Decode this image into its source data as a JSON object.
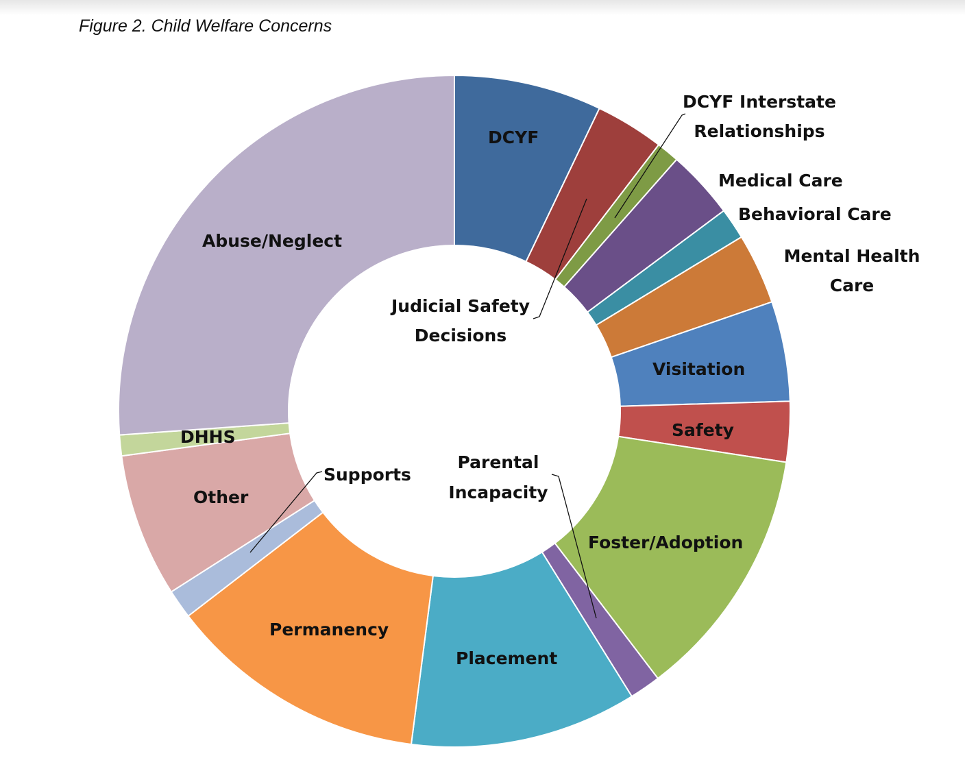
{
  "chart_data": {
    "type": "pie",
    "variant": "donut",
    "title": "Figure 2. Child Welfare Concerns",
    "units": "percent (estimated)",
    "slices": [
      {
        "label": "DCYF",
        "value": 7.1,
        "color": "#3F6A9C"
      },
      {
        "label": "Judicial Safety Decisions",
        "value": 3.3,
        "color": "#9E3F3C"
      },
      {
        "label": "DCYF Interstate Relationships",
        "value": 1.1,
        "color": "#7E9B45"
      },
      {
        "label": "Medical Care",
        "value": 3.3,
        "color": "#6A4F88"
      },
      {
        "label": "Behavioral Care",
        "value": 1.5,
        "color": "#3A8EA3"
      },
      {
        "label": "Mental Health Care",
        "value": 3.4,
        "color": "#CC7A38"
      },
      {
        "label": "Visitation",
        "value": 4.8,
        "color": "#4F81BD"
      },
      {
        "label": "Safety",
        "value": 2.9,
        "color": "#C0504D"
      },
      {
        "label": "Foster/Adoption",
        "value": 12.2,
        "color": "#9BBB59"
      },
      {
        "label": "Parental Incapacity",
        "value": 1.5,
        "color": "#8064A2"
      },
      {
        "label": "Placement",
        "value": 10.9,
        "color": "#4BACC6"
      },
      {
        "label": "Permanency",
        "value": 12.5,
        "color": "#F79646"
      },
      {
        "label": "Supports",
        "value": 1.4,
        "color": "#AABCDB"
      },
      {
        "label": "Other",
        "value": 6.9,
        "color": "#D9A8A7"
      },
      {
        "label": "DHHS",
        "value": 1.0,
        "color": "#C3D69B"
      },
      {
        "label": "Abuse/Neglect",
        "value": 26.1,
        "color": "#B9AFC9"
      }
    ],
    "legend": "none (data labels)"
  },
  "labels": {
    "dcyf": "DCYF",
    "judicial_1": "Judicial Safety",
    "judicial_2": "Decisions",
    "interstate_1": "DCYF Interstate",
    "interstate_2": "Relationships",
    "medical": "Medical Care",
    "behavioral": "Behavioral Care",
    "mental_1": "Mental Health",
    "mental_2": "Care",
    "visitation": "Visitation",
    "safety": "Safety",
    "foster": "Foster/Adoption",
    "parental_1": "Parental",
    "parental_2": "Incapacity",
    "placement": "Placement",
    "permanency": "Permanency",
    "supports": "Supports",
    "other": "Other",
    "dhhs": "DHHS",
    "abuse": "Abuse/Neglect"
  }
}
